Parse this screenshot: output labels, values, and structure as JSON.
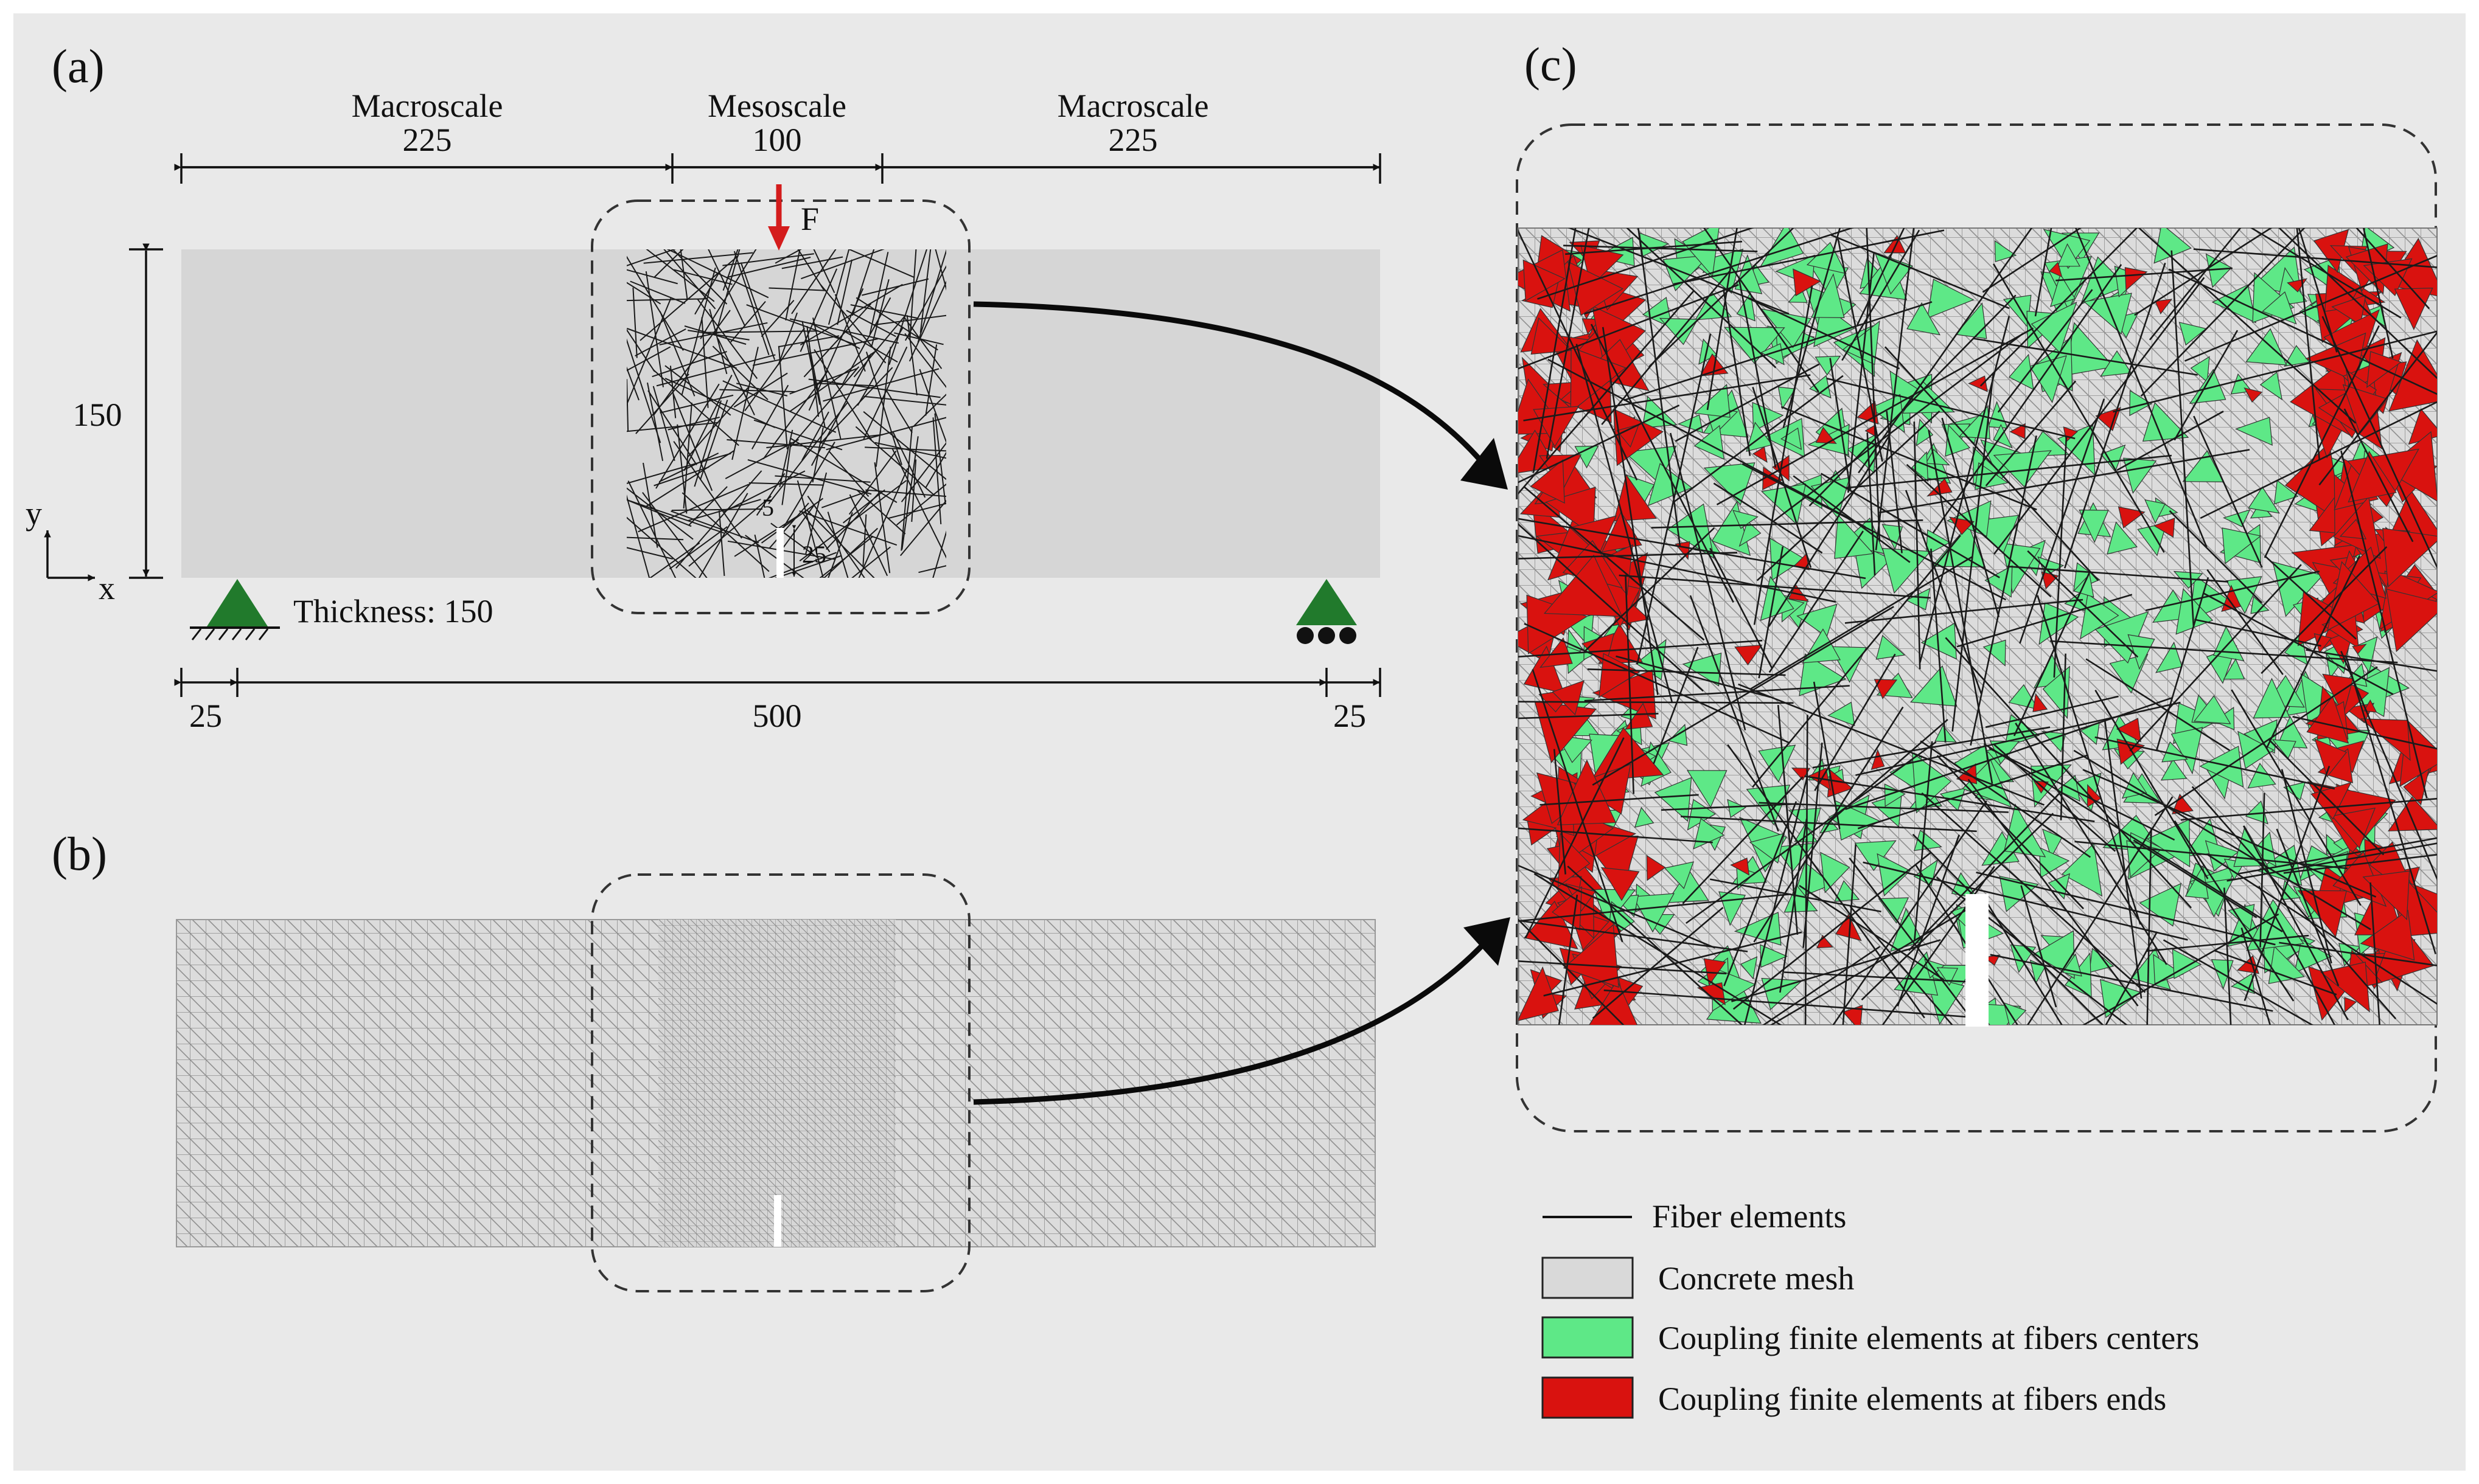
{
  "panels": {
    "a": "(a)",
    "b": "(b)",
    "c": "(c)"
  },
  "panel_a": {
    "dims_top": [
      {
        "label": "Macroscale",
        "value": "225"
      },
      {
        "label": "Mesoscale",
        "value": "100"
      },
      {
        "label": "Macroscale",
        "value": "225"
      }
    ],
    "height_value": "150",
    "load_label": "F",
    "thickness_label": "Thickness: 150",
    "notch_width": "5",
    "notch_height": "25",
    "dims_bottom": [
      "25",
      "500",
      "25"
    ],
    "axis_y": "y",
    "axis_x": "x"
  },
  "legend": {
    "fiber": "Fiber elements",
    "concrete": "Concrete mesh",
    "centers": "Coupling finite elements at fibers centers",
    "ends": "Coupling finite elements at fibers ends"
  },
  "colors": {
    "background": "#e9e9e9",
    "beam": "#d6d6d6",
    "mesh_fill": "#d9d9d9",
    "fiber": "#1a1a1a",
    "center_green": "#5ee887",
    "end_red": "#d9120f",
    "load_arrow": "#d41c1c",
    "support": "#217a2c"
  }
}
